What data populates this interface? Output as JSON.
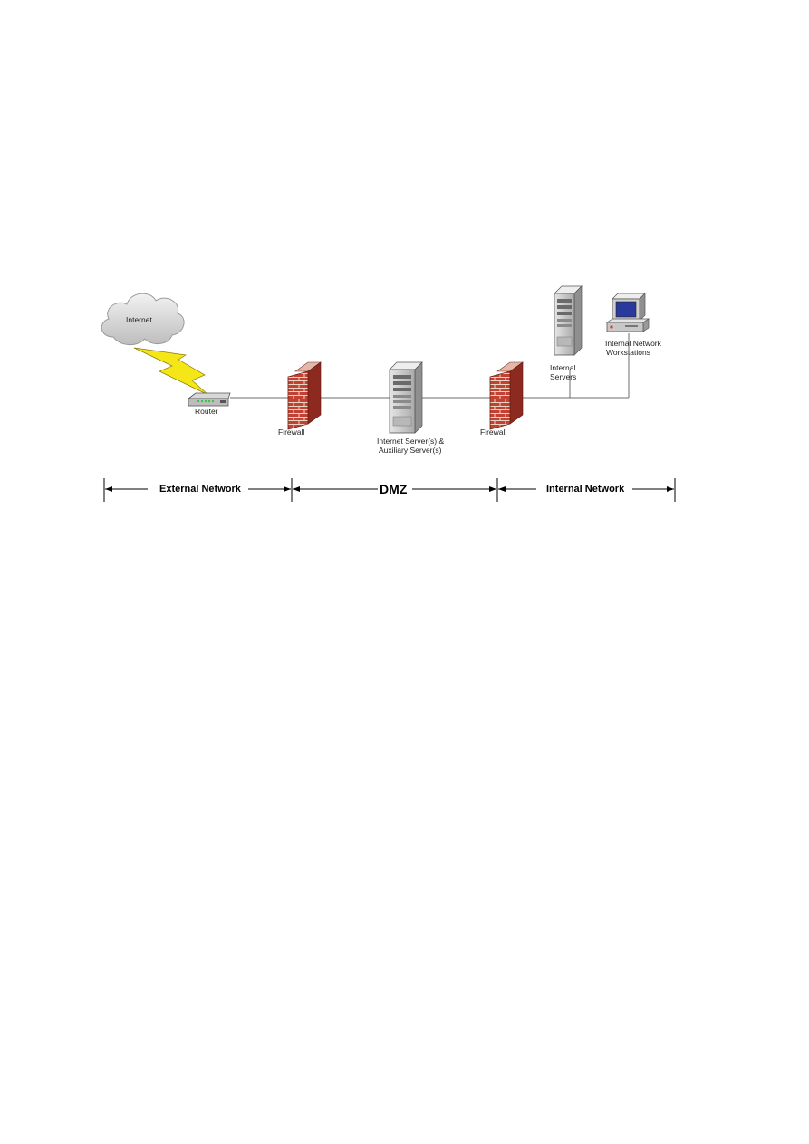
{
  "labels": {
    "internet": "Internet",
    "router": "Router",
    "firewall_left": "Firewall",
    "firewall_right": "Firewall",
    "dmz_server_line1": "Internet Server(s) &",
    "dmz_server_line2": "Auxiliary Server(s)",
    "internal_servers_line1": "Internal",
    "internal_servers_line2": "Servers",
    "workstations_line1": "Internal Network",
    "workstations_line2": "Workstations"
  },
  "zones": {
    "external": "External Network",
    "dmz": "DMZ",
    "internal": "Internal Network"
  },
  "colors": {
    "brick": "#c0392b",
    "lightning": "#f5e618",
    "cloud": "#d0d0d0",
    "server": "#d4d4d4",
    "line": "#6d6d6d"
  }
}
